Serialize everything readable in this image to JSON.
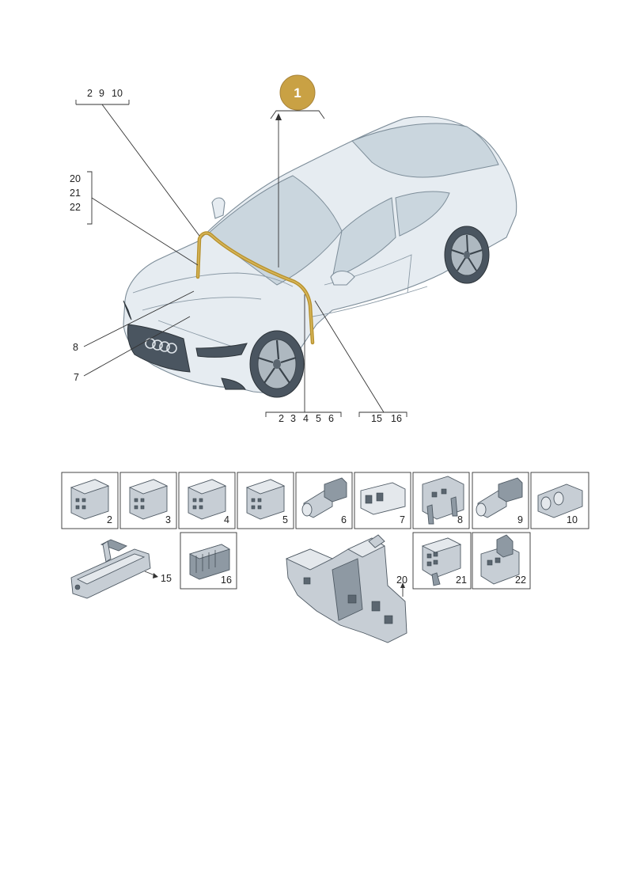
{
  "callout": {
    "number": "1",
    "color": "#c9a144"
  },
  "car_labels": {
    "top_left": [
      "2",
      "9",
      "10"
    ],
    "left_stack": [
      "20",
      "21",
      "22"
    ],
    "left_8": "8",
    "left_7": "7",
    "bottom_mid": [
      "2",
      "3",
      "4",
      "5",
      "6"
    ],
    "bottom_right": [
      "15",
      "16"
    ]
  },
  "parts_row1": [
    "2",
    "3",
    "4",
    "5",
    "6",
    "7",
    "8",
    "9",
    "10"
  ],
  "parts_row2": {
    "p15": "15",
    "p16": "16",
    "p20": "20",
    "p21": "21",
    "p22": "22"
  },
  "colors": {
    "harness": "#b8922e",
    "body": "#e6ecf1",
    "line": "#333333"
  }
}
